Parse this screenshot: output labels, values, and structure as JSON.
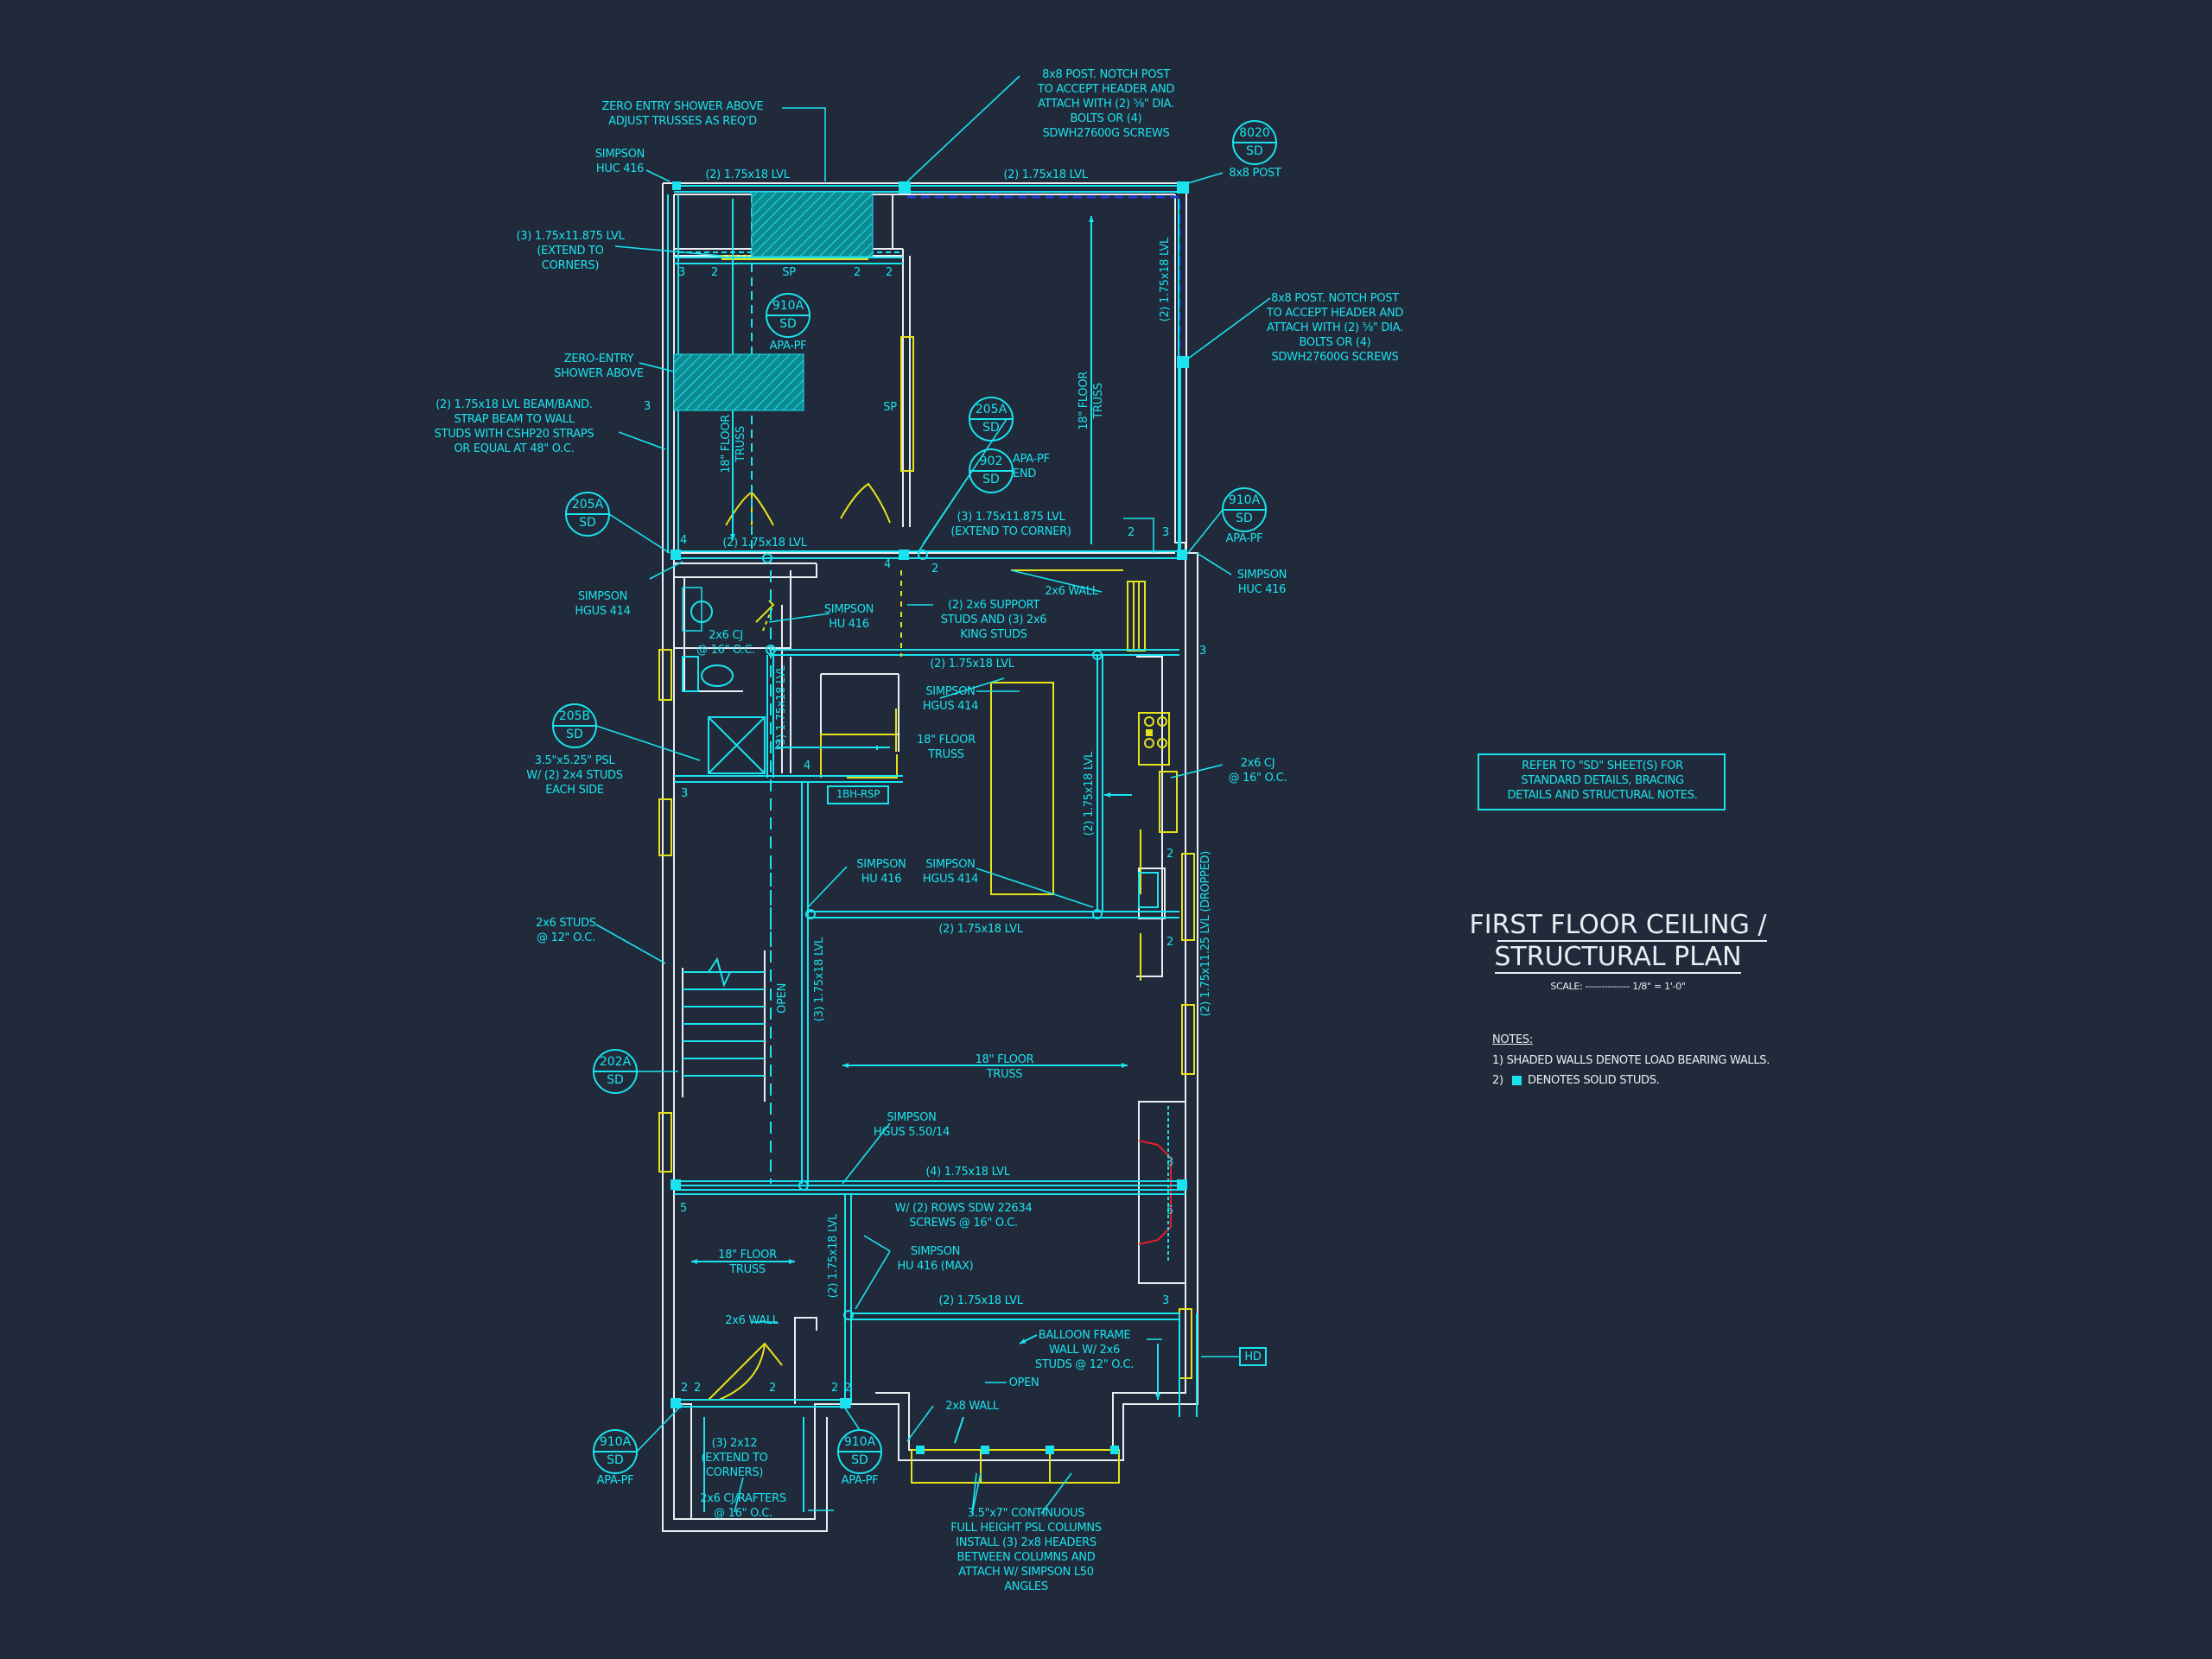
{
  "colors": {
    "background": "#212a3a",
    "cyan": "#19e3ee",
    "wall": "#e8eef2",
    "yellow": "#e6e21a",
    "red": "#e51f2a",
    "blue": "#1d3cd8",
    "title": "#e8eef2"
  },
  "title_block": {
    "title_line1": "FIRST FLOOR CEILING /",
    "title_line2": "STRUCTURAL PLAN",
    "scale": "SCALE: -------------- 1/8\" = 1'-0\"",
    "refer_note": [
      "REFER TO \"SD\" SHEET(S) FOR",
      "STANDARD DETAILS, BRACING",
      "DETAILS AND STRUCTURAL NOTES."
    ],
    "notes_heading": "NOTES:",
    "note1": "1) SHADED WALLS DENOTE LOAD BEARING WALLS.",
    "note2_prefix": "2)",
    "note2_text": "DENOTES SOLID STUDS."
  },
  "detail_tags": [
    {
      "id": "tag-8020",
      "top": "8020",
      "bottom": "SD",
      "caption": "8x8 POST"
    },
    {
      "id": "tag-910a-upper",
      "top": "910A",
      "bottom": "SD",
      "caption": "APA-PF"
    },
    {
      "id": "tag-205a-upper",
      "top": "205A",
      "bottom": "SD",
      "caption": ""
    },
    {
      "id": "tag-902",
      "top": "902",
      "bottom": "SD",
      "caption": "APA-PF END"
    },
    {
      "id": "tag-205a-left",
      "top": "205A",
      "bottom": "SD",
      "caption": ""
    },
    {
      "id": "tag-910a-right",
      "top": "910A",
      "bottom": "SD",
      "caption": "APA-PF"
    },
    {
      "id": "tag-205b",
      "top": "205B",
      "bottom": "SD",
      "caption": ""
    },
    {
      "id": "tag-202a",
      "top": "202A",
      "bottom": "SD",
      "caption": ""
    },
    {
      "id": "tag-910a-lower-left",
      "top": "910A",
      "bottom": "SD",
      "caption": "APA-PF"
    },
    {
      "id": "tag-910a-lower-mid",
      "top": "910A",
      "bottom": "SD",
      "caption": "APA-PF"
    }
  ],
  "labels": {
    "post_top": [
      "8x8 POST. NOTCH POST",
      "TO ACCEPT HEADER AND",
      "ATTACH WITH (2) ⅝\" DIA.",
      "BOLTS OR (4)",
      "SDWH27600G SCREWS"
    ],
    "post_right": [
      "8x8 POST. NOTCH POST",
      "TO ACCEPT HEADER AND",
      "ATTACH WITH (2) ⅝\" DIA.",
      "BOLTS OR (4)",
      "SDWH27600G SCREWS"
    ],
    "zero_entry_top": [
      "ZERO ENTRY SHOWER ABOVE",
      "ADJUST TRUSSES AS REQ'D"
    ],
    "simpson_huc416_top": [
      "SIMPSON",
      "HUC 416"
    ],
    "lvl_3_extend": [
      "(3) 1.75x11.875 LVL",
      "(EXTEND TO",
      "CORNERS)"
    ],
    "zero_entry_mid": [
      "ZERO-ENTRY",
      "SHOWER ABOVE"
    ],
    "beam_band": [
      "(2) 1.75x18 LVL BEAM/BAND.",
      "STRAP BEAM TO WALL",
      "STUDS WITH CSHP20 STRAPS",
      "OR EQUAL AT 48\" O.C."
    ],
    "simpson_hgus414_left": [
      "SIMPSON",
      "HGUS 414"
    ],
    "psl_left": [
      "3.5\"x5.25\" PSL",
      "W/ (2) 2x4 STUDS",
      "EACH SIDE"
    ],
    "studs_12": [
      "2x6 STUDS",
      "@ 12\" O.C."
    ],
    "lvl_top_left": "(2) 1.75x18 LVL",
    "lvl_top_right": "(2) 1.75x18 LVL",
    "lvl_vertical_right": "(2) 1.75x18 LVL",
    "sp": "SP",
    "floor_truss_upper": [
      "18\" FLOOR",
      "TRUSS"
    ],
    "floor_truss_right": [
      "18\" FLOOR",
      "TRUSS"
    ],
    "lvl_extend_corner": [
      "(3) 1.75x11.875 LVL",
      "(EXTEND TO CORNER)"
    ],
    "lvl_2_385": "(2) 1.75x18 LVL",
    "wall_2x6": "2x6 WALL",
    "simpson_huc416_right": [
      "SIMPSON",
      "HUC 416"
    ],
    "support_studs": [
      "(2) 2x6 SUPPORT",
      "STUDS AND (3) 2x6",
      "KING STUDS"
    ],
    "simpson_hu416_a": [
      "SIMPSON",
      "HU 416"
    ],
    "cj_16_left": [
      "2x6 CJ",
      "@ 16\" O.C."
    ],
    "lvl_2_470": "(2) 1.75x18 LVL",
    "simpson_hgus414_mid": [
      "SIMPSON",
      "HGUS 414"
    ],
    "floor_truss_mid": [
      "18\" FLOOR",
      "TRUSS"
    ],
    "lvl_vertical_mid": "(2) 1.75x18 LVL",
    "cj_16_right": [
      "2x6 CJ",
      "@ 16\" O.C."
    ],
    "bsp": "1BH-RSP",
    "simpson_hu416_b": [
      "SIMPSON",
      "HU 416"
    ],
    "simpson_hgus414_b": [
      "SIMPSON",
      "HGUS 414"
    ],
    "lvl_2_658": "(2) 1.75x18 LVL",
    "lvl_dropped": "(2) 1.75x11.25 LVL (DROPPED)",
    "lvl_vertical_low": "(3) 1.75x18 LVL",
    "open_stair": "OPEN",
    "floor_truss_low": [
      "18\" FLOOR",
      "TRUSS"
    ],
    "simpson_hgus550": [
      "SIMPSON",
      "HGUS 5.50/14"
    ],
    "lvl_4": "(4) 1.75x18 LVL",
    "rows_sdw": [
      "W/ (2) ROWS SDW 22634",
      "SCREWS @ 16\" O.C."
    ],
    "floor_truss_bottom": [
      "18\" FLOOR",
      "TRUSS"
    ],
    "simpson_hu416_max": [
      "SIMPSON",
      "HU 416 (MAX)"
    ],
    "lvl_vertical_bottom": "(2) 1.75x18 LVL",
    "lvl_2_922": "(2) 1.75x18 LVL",
    "wall_2x6_bottom": "2x6 WALL",
    "balloon": [
      "BALLOON FRAME",
      "WALL W/ 2x6",
      "STUDS @ 12\" O.C."
    ],
    "open_bottom": "OPEN",
    "wall_2x8": "2x8 WALL",
    "hd": "HD",
    "lvl_2x12": [
      "(3) 2x12",
      "(EXTEND TO",
      "CORNERS)"
    ],
    "cj_rafters": [
      "2x6 CJ/RAFTERS",
      "@ 16\" O.C."
    ],
    "psl_columns": [
      "3.5\"x7\" CONTINUOUS",
      "FULL HEIGHT PSL COLUMNS",
      "INSTALL (3) 2x8 HEADERS",
      "BETWEEN COLUMNS AND",
      "ATTACH W/ SIMPSON L50",
      "ANGLES"
    ],
    "n2": "2",
    "n3": "3",
    "n4": "4",
    "n5": "5"
  }
}
